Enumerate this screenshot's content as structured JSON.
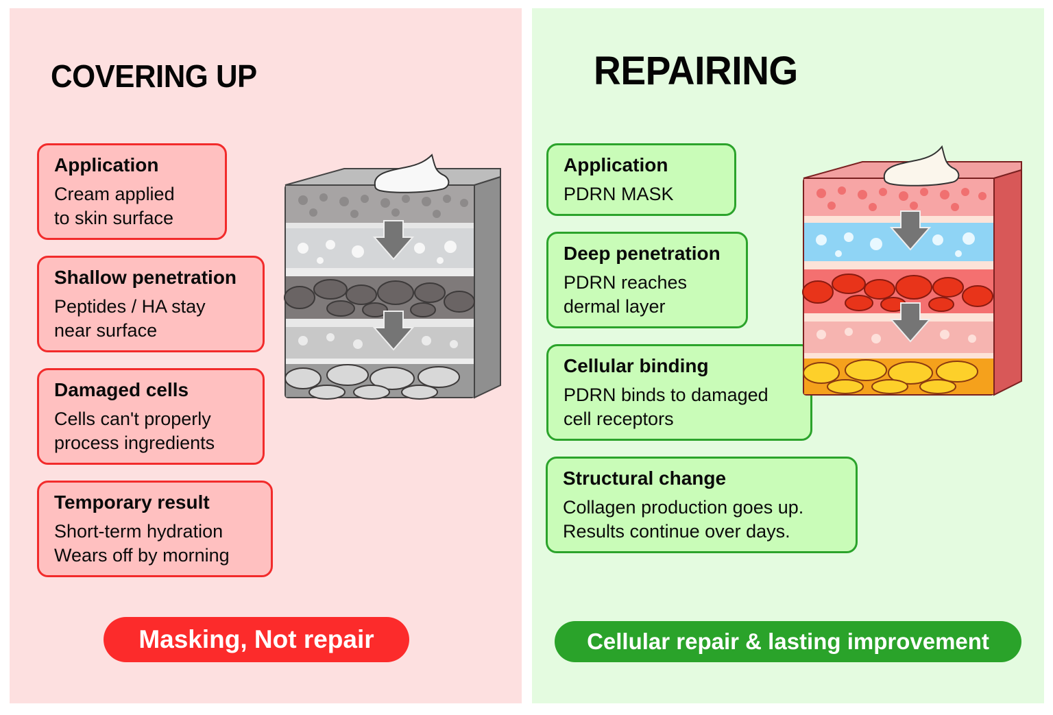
{
  "left_panel": {
    "title": "COVERING UP",
    "cards": [
      {
        "title": "Application",
        "body": "Cream applied\nto skin surface"
      },
      {
        "title": "Shallow penetration",
        "body": "Peptides / HA stay\nnear surface"
      },
      {
        "title": "Damaged cells",
        "body": "Cells can't properly\nprocess ingredients"
      },
      {
        "title": "Temporary result",
        "body": "Short-term hydration\nWears off by morning"
      }
    ],
    "conclusion": "Masking, Not repair",
    "illustration": "grey-damaged-skin-layers-icon",
    "colors": {
      "background": "#fde0e0",
      "card_fill": "#ffc0c0",
      "card_border": "#f22b2b",
      "pill": "#fc2b2b"
    }
  },
  "right_panel": {
    "title": "REPAIRING",
    "cards": [
      {
        "title": "Application",
        "body": "PDRN MASK"
      },
      {
        "title": "Deep penetration",
        "body": "PDRN reaches\ndermal layer"
      },
      {
        "title": "Cellular binding",
        "body": "PDRN binds to damaged\ncell receptors"
      },
      {
        "title": "Structural change",
        "body": "Collagen production goes up.\nResults continue over days."
      }
    ],
    "conclusion": "Cellular repair & lasting improvement",
    "illustration": "healthy-colored-skin-layers-icon",
    "colors": {
      "background": "#e4fbe0",
      "card_fill": "#c9fcb8",
      "card_border": "#2ba32b",
      "pill": "#2aa32a"
    }
  }
}
